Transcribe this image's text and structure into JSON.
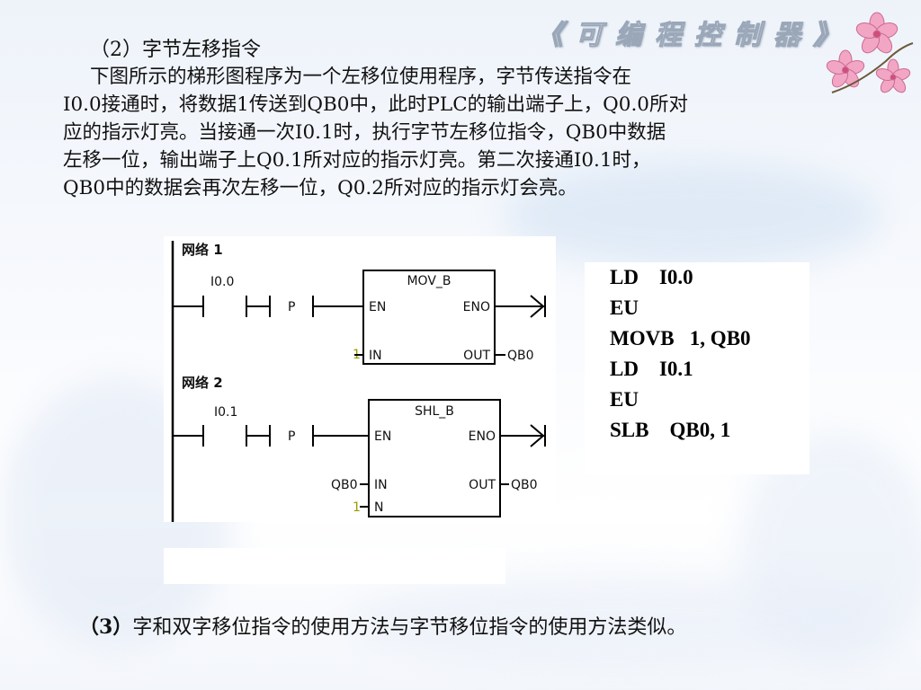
{
  "header": {
    "title": "《可编程控制器》"
  },
  "section": {
    "title": "（2）字节左移指令"
  },
  "paragraph": {
    "lines": [
      "下图所示的梯形图程序为一个左移位使用程序，字节传送指令在",
      "I0.0接通时，将数据1传送到QB0中，此时PLC的输出端子上，Q0.0所对",
      "应的指示灯亮。当接通一次I0.1时，执行字节左移位指令，QB0中数据",
      "左移一位，输出端子上Q0.1所对应的指示灯亮。第二次接通I0.1时，",
      "QB0中的数据会再次左移一位，Q0.2所对应的指示灯会亮。"
    ]
  },
  "ladder": {
    "network1": {
      "label": "网络 1",
      "contact": "I0.0",
      "edge": "P",
      "box_title": "MOV_B",
      "en": "EN",
      "eno": "ENO",
      "in_label": "IN",
      "in_value": "1",
      "out_label": "OUT",
      "out_value": "QB0"
    },
    "network2": {
      "label": "网络 2",
      "contact": "I0.1",
      "edge": "P",
      "box_title": "SHL_B",
      "en": "EN",
      "eno": "ENO",
      "in_label": "IN",
      "in_value": "QB0",
      "n_label": "N",
      "n_value": "1",
      "out_label": "OUT",
      "out_value": "QB0"
    }
  },
  "stl": {
    "lines": [
      "LD    I0.0",
      "EU",
      "MOVB   1, QB0",
      "LD    I0.1",
      "EU",
      "SLB    QB0, 1"
    ]
  },
  "footer": {
    "num": "（3）",
    "text": "字和双字移位指令的使用方法与字节移位指令的使用方法类似。"
  },
  "colors": {
    "value_green": "#9a9a00",
    "accent_pink": "#e89ab8"
  }
}
